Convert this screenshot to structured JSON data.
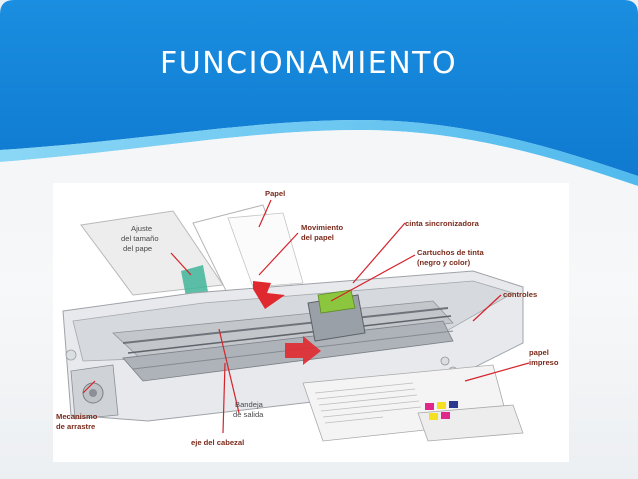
{
  "slide": {
    "title": "FUNCIONAMIENTO"
  },
  "colors": {
    "header_blue": "#1584d8",
    "header_light_blue": "#5cc3f2",
    "label_text": "#7a2a1a",
    "callout_line": "#d4232b",
    "arrow_red": "#e0292f",
    "paper_guide_green": "#3fb59a",
    "cartridge_green": "#8cc63f"
  },
  "diagram": {
    "labels": {
      "papel": "Papel",
      "movimiento_line1": "Movimiento",
      "movimiento_line2": "del papel",
      "cinta": "cinta sincronizadora",
      "cartuchos_line1": "Cartuchos de tinta",
      "cartuchos_line2": "(negro y color)",
      "ajuste_line1": "Ajuste",
      "ajuste_line2": "del tamaño",
      "ajuste_line3": "del pape",
      "controles": "controles",
      "papel_impreso_line1": "papel",
      "papel_impreso_line2": "impreso",
      "mecanismo_line1": "Mecanismo",
      "mecanismo_line2": "de arrastre",
      "bandeja_line1": "Bandeja",
      "bandeja_line2": "de salida",
      "eje": "eje del cabezal"
    }
  }
}
